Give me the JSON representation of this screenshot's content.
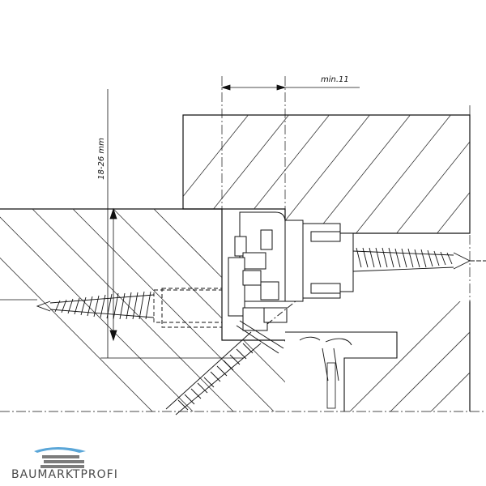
{
  "dimensions": {
    "gap_label": "min.11",
    "thickness_label": "18-26 mm"
  },
  "brand": {
    "name": "BAUMARKTPROFI",
    "colors": {
      "roof": "#5aa6d8",
      "bars": "#7c7c7c",
      "text": "#4a4a4a"
    }
  },
  "colors": {
    "line": "#111111",
    "hatch": "#333333"
  }
}
